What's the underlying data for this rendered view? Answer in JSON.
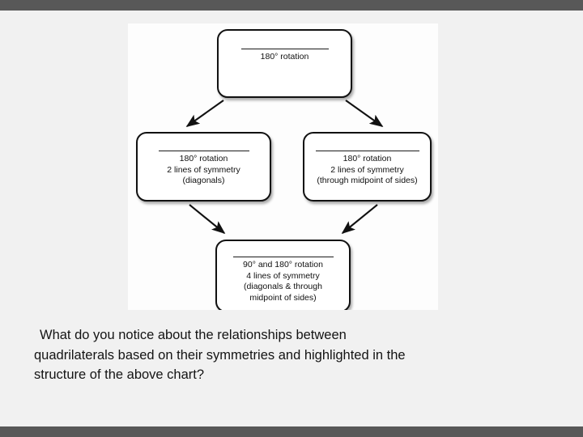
{
  "slide": {
    "background_color": "#f1f1f1",
    "edge_bar_color": "#585858",
    "panel_color": "#fdfdfd"
  },
  "chart": {
    "type": "flow-diagram",
    "title": "",
    "nodes": [
      {
        "id": "top",
        "has_rule": true,
        "lines": [
          "180° rotation"
        ]
      },
      {
        "id": "left",
        "has_rule": true,
        "lines": [
          "180° rotation",
          "2 lines of symmetry",
          "(diagonals)"
        ]
      },
      {
        "id": "right",
        "has_rule": true,
        "lines": [
          "180° rotation",
          "2 lines of symmetry",
          "(through midpoint of sides)"
        ]
      },
      {
        "id": "bottom",
        "has_rule": true,
        "lines": [
          "90° and 180° rotation",
          "4 lines of symmetry",
          "(diagonals & through",
          "midpoint of sides)"
        ]
      }
    ],
    "edges": [
      {
        "from": "top",
        "to": "left"
      },
      {
        "from": "top",
        "to": "right"
      },
      {
        "from": "left",
        "to": "bottom"
      },
      {
        "from": "right",
        "to": "bottom"
      }
    ],
    "stroke_color": "#111111"
  },
  "caption": {
    "lines": [
      "What do you notice about the relationships between",
      "quadrilaterals based on their symmetries and highlighted in the",
      "structure of the above chart?"
    ]
  }
}
